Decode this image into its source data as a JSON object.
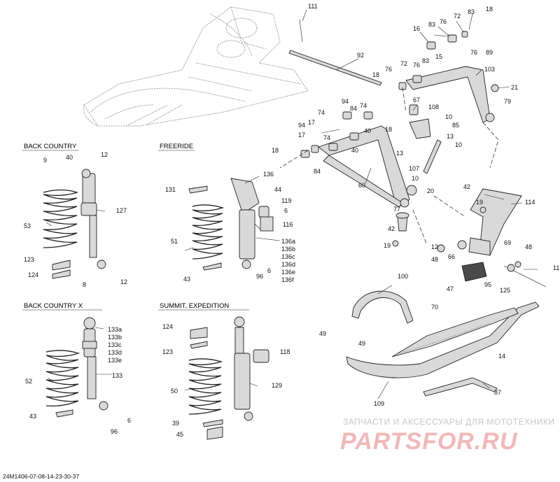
{
  "sections": {
    "back_country": "BACK COUNTRY",
    "freeride": "FREERIDE",
    "back_country_x": "BACK COUNTRY X",
    "summit_expedition": "SUMMIT, EXPEDITION"
  },
  "labels": {
    "n111": "111",
    "n92": "92",
    "n16": "16",
    "n83a": "83",
    "n76a": "76",
    "n72a": "72",
    "n83b": "83",
    "n18a": "18",
    "n76b": "76",
    "n89": "89",
    "n15": "15",
    "n83c": "83",
    "n76c": "76",
    "n72b": "72",
    "n103": "103",
    "n18b": "18",
    "n76d": "76",
    "n21": "21",
    "n79": "79",
    "n67": "67",
    "n108": "108",
    "n10a": "10",
    "n85": "85",
    "n13a": "13",
    "n94a": "94",
    "n84a": "84",
    "n74a": "74",
    "n74b": "74",
    "n17a": "17",
    "n18c": "18",
    "n40a": "40",
    "n94b": "94",
    "n17b": "17",
    "n74c": "74",
    "n18d": "18",
    "n84b": "84",
    "n40b": "40",
    "n13b": "13",
    "n10b": "10",
    "n107": "107",
    "n10c": "10",
    "n20": "20",
    "n60": "60",
    "n42a": "42",
    "n19a": "19",
    "n114": "114",
    "n77": "77",
    "n42b": "42",
    "n19b": "19",
    "n12a": "12",
    "n48a": "48",
    "n66": "66",
    "n69": "69",
    "n48b": "48",
    "n11": "11",
    "n95": "95",
    "n125": "125",
    "n47": "47",
    "n100": "100",
    "n70": "70",
    "n49a": "49",
    "n49b": "49",
    "n14": "14",
    "n87": "87",
    "n109": "109",
    "n9": "9",
    "n40c": "40",
    "n12b": "12",
    "n127": "127",
    "n53": "53",
    "n123a": "123",
    "n124a": "124",
    "n8": "8",
    "n12c": "12",
    "n131": "131",
    "n136": "136",
    "n44": "44",
    "n119": "119",
    "n6a": "6",
    "n116": "116",
    "n51": "51",
    "n136a": "136a",
    "n136b": "136b",
    "n136c": "136c",
    "n136d": "136d",
    "n136e": "136e",
    "n136f": "136f",
    "n96a": "96",
    "n6b": "6",
    "n43a": "43",
    "n133a": "133a",
    "n133b": "133b",
    "n133c": "133c",
    "n133d": "133d",
    "n133e": "133e",
    "n133": "133",
    "n52": "52",
    "n43b": "43",
    "n6c": "6",
    "n96b": "96",
    "n124b": "124",
    "n123b": "123",
    "n118": "118",
    "n50": "50",
    "n129": "129",
    "n39": "39",
    "n45": "45"
  },
  "watermark": {
    "caption": "ЗАПЧАСТИ И АКСЕССУАРЫ ДЛЯ МОТОТЕХНИКИ",
    "brand": "PARTSFOR.RU"
  },
  "doc_id": "24M1406-07-08-14-23-30-37"
}
